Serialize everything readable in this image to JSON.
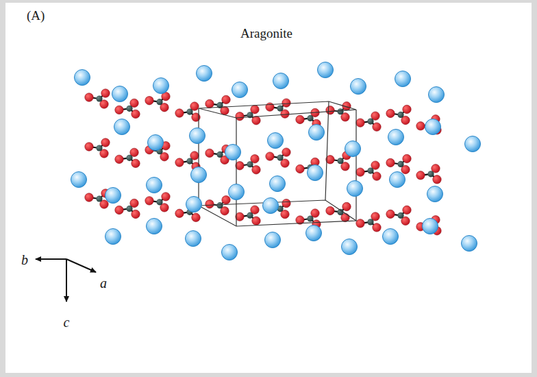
{
  "diagram": {
    "title": "Aragonite",
    "labels": [
      "(A)",
      "b",
      "a",
      "c"
    ]
  }
}
